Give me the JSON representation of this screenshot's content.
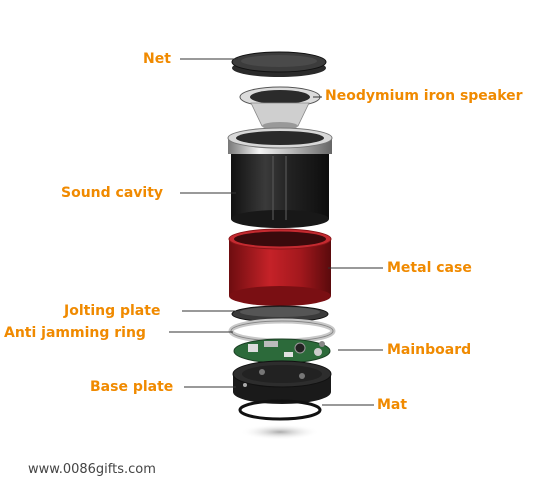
{
  "labels": {
    "net": "Net",
    "speaker": "Neodymium iron speaker",
    "cavity": "Sound cavity",
    "metal_case": "Metal case",
    "jolting": "Jolting plate",
    "anti_jamming": "Anti jamming ring",
    "mainboard": "Mainboard",
    "base_plate": "Base plate",
    "mat": "Mat"
  },
  "watermark": "www.0086gifts.com",
  "colors": {
    "label": "#f08a00",
    "case_red": "#b01e24",
    "dark": "#1e1e1e",
    "leader": "#333333"
  }
}
